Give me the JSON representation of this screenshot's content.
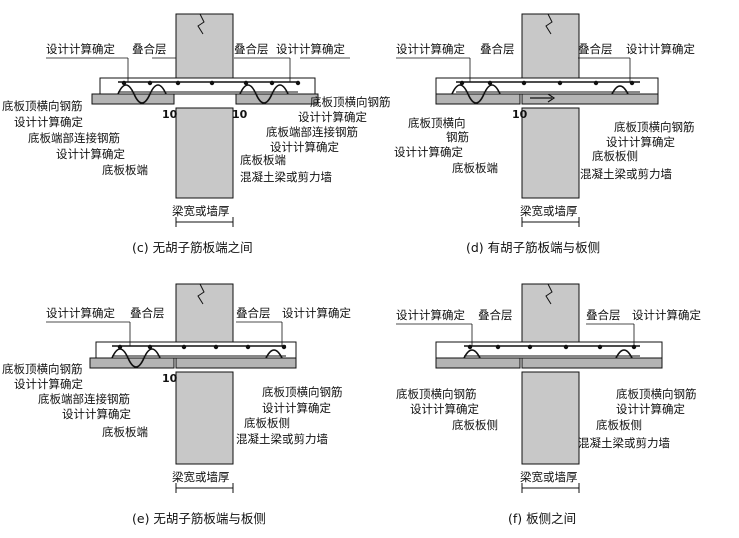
{
  "panels": [
    {
      "id": "c",
      "caption": "(c) 无胡子筋板端之间",
      "labels": {
        "design_top_left": "设计计算确定",
        "topping_left": "叠合层",
        "topping_right": "叠合层",
        "design_top_right": "设计计算确定",
        "bottom_top_rebar_left": "底板顶横向钢筋",
        "design_left_1": "设计计算确定",
        "end_connect_left": "底板端部连接钢筋",
        "design_left_2": "设计计算确定",
        "slab_end_left": "底板板端",
        "bottom_top_rebar_right": "底板顶横向钢筋",
        "design_right_1": "设计计算确定",
        "end_connect_right": "底板端部连接钢筋",
        "design_right_2": "设计计算确定",
        "slab_end_right": "底板板端",
        "beam_wall": "混凝土梁或剪力墙",
        "width": "梁宽或墙厚",
        "dim_left": "10",
        "dim_right": "10"
      }
    },
    {
      "id": "d",
      "caption": "(d) 有胡子筋板端与板侧",
      "labels": {
        "design_top_left": "设计计算确定",
        "topping_left": "叠合层",
        "topping_right": "叠合层",
        "design_top_right": "设计计算确定",
        "bottom_top_rebar_left_1": "底板顶横向",
        "bottom_top_rebar_left_2": "钢筋",
        "design_left": "设计计算确定",
        "slab_end_left": "底板板端",
        "bottom_top_rebar_right": "底板顶横向钢筋",
        "design_right": "设计计算确定",
        "slab_side_right": "底板板侧",
        "beam_wall": "混凝土梁或剪力墙",
        "width": "梁宽或墙厚",
        "dim_left": "10"
      }
    },
    {
      "id": "e",
      "caption": "(e) 无胡子筋板端与板侧",
      "labels": {
        "design_top_left": "设计计算确定",
        "topping_left": "叠合层",
        "topping_right": "叠合层",
        "design_top_right": "设计计算确定",
        "bottom_top_rebar_left": "底板顶横向钢筋",
        "design_left_1": "设计计算确定",
        "end_connect_left": "底板端部连接钢筋",
        "design_left_2": "设计计算确定",
        "slab_end_left": "底板板端",
        "bottom_top_rebar_right": "底板顶横向钢筋",
        "design_right": "设计计算确定",
        "slab_side_right": "底板板侧",
        "beam_wall": "混凝土梁或剪力墙",
        "width": "梁宽或墙厚",
        "dim_left": "10"
      }
    },
    {
      "id": "f",
      "caption": "(f) 板侧之间",
      "labels": {
        "design_top_left": "设计计算确定",
        "topping_left": "叠合层",
        "topping_right": "叠合层",
        "design_top_right": "设计计算确定",
        "bottom_top_rebar_left": "底板顶横向钢筋",
        "design_left": "设计计算确定",
        "slab_side_left": "底板板侧",
        "bottom_top_rebar_right": "底板顶横向钢筋",
        "design_right": "设计计算确定",
        "slab_side_right": "底板板侧",
        "beam_wall": "混凝土梁或剪力墙",
        "width": "梁宽或墙厚"
      }
    }
  ],
  "colors": {
    "concrete": "#c8c8c8",
    "precast": "#b4b4b4",
    "line": "#111111",
    "background": "#ffffff"
  },
  "icons": {
    "rebar_dot": "filled-circle",
    "break_mark": "zigzag-break-icon"
  }
}
